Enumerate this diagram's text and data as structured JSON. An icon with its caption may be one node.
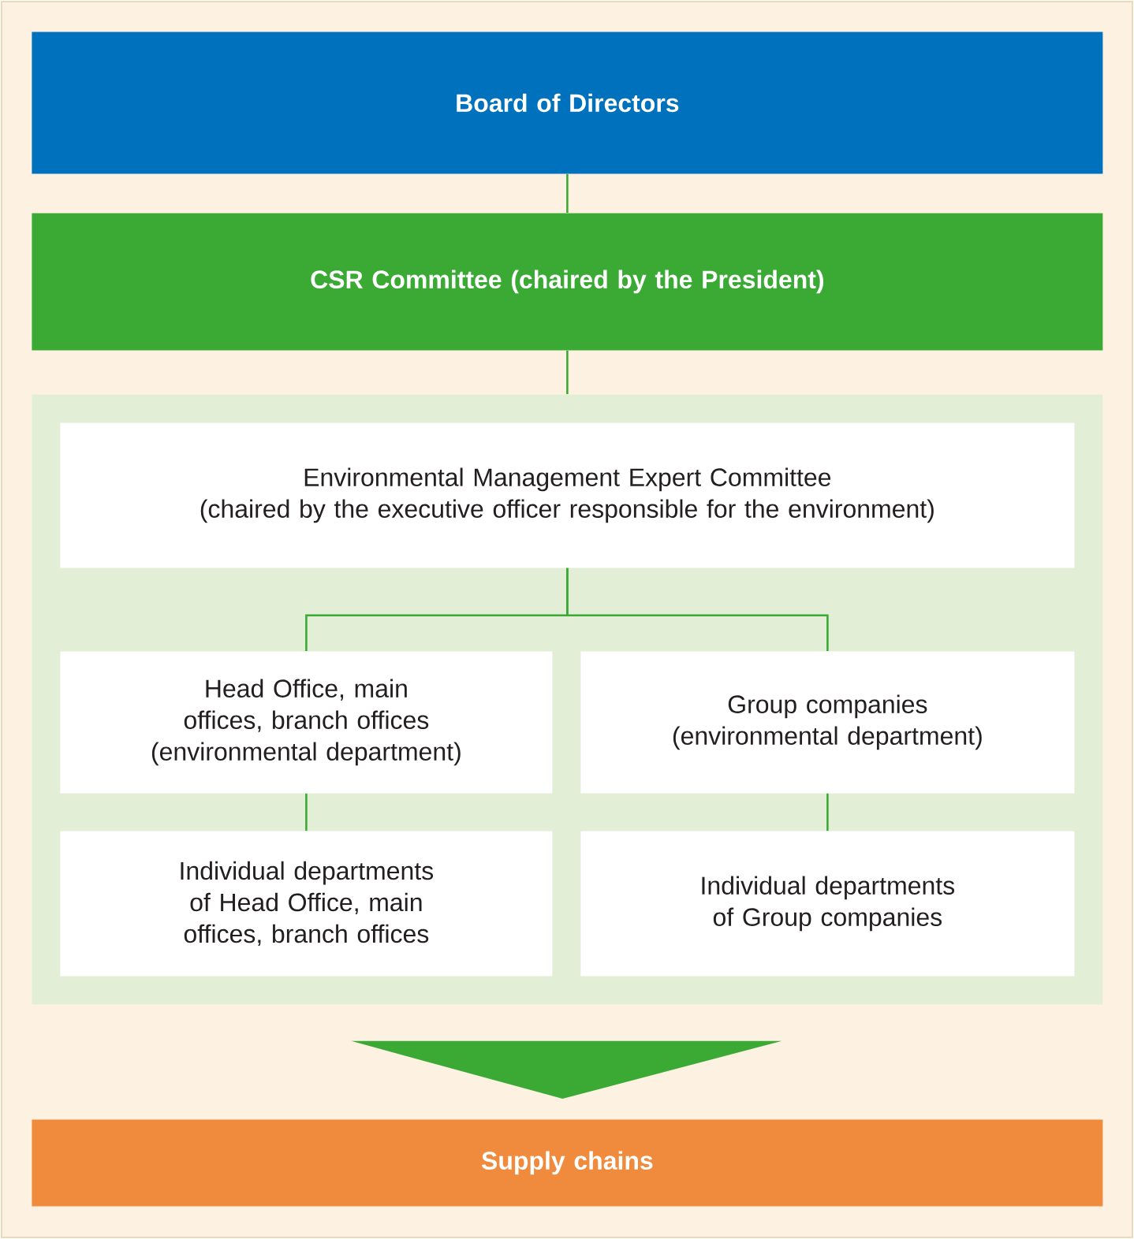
{
  "diagram": {
    "nodes": [
      {
        "text": [
          "Board of Directors"
        ]
      },
      {
        "text": [
          "CSR Committee (chaired by the President)"
        ]
      },
      {
        "text": [],
        "shape": "box"
      },
      {
        "text": [
          "Environmental Management Expert Committee",
          "(chaired by the executive officer responsible for the environment)"
        ],
        "in": 2
      },
      {
        "text": [
          "Head Office, main offices, branch offices",
          "(environmental department)"
        ],
        "in": 2
      },
      {
        "text": [
          "Group companies",
          "(environmental department)"
        ],
        "in": 2
      },
      {
        "text": [
          "Individual departments of Head Office, main offices, branch offices"
        ],
        "in": 2
      },
      {
        "text": [
          "Individual departments of Group companies"
        ],
        "in": 2
      },
      {
        "text": [
          "Supply chains"
        ]
      }
    ],
    "edges": [
      {
        "from": 0,
        "to": 1,
        "arrow": "none"
      },
      {
        "from": 1,
        "to": 2,
        "arrow": "none"
      },
      {
        "from": 3,
        "to": 4,
        "arrow": "none"
      },
      {
        "from": 3,
        "to": 5,
        "arrow": "none"
      },
      {
        "from": 4,
        "to": 6,
        "arrow": "none"
      },
      {
        "from": 5,
        "to": 7,
        "arrow": "none"
      },
      {
        "from": 2,
        "to": 8,
        "arrow": "to"
      }
    ]
  }
}
